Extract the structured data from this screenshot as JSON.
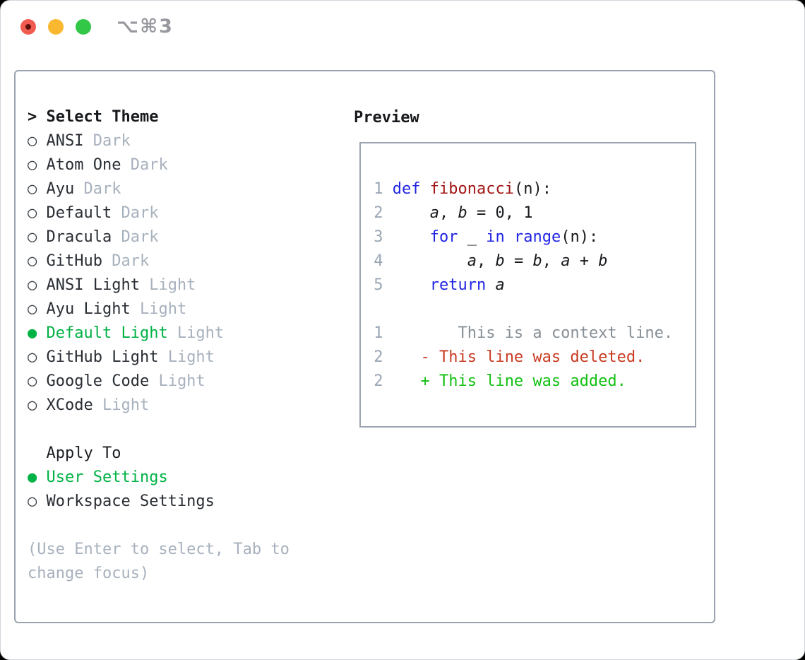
{
  "colors": {
    "accent_green": "#00b245",
    "diff_added_green": "#12c112",
    "diff_deleted_red": "#c93b22",
    "keyword_blue": "#2024e3",
    "function_red": "#a31515",
    "dim_gray": "#a7b1bd",
    "context_gray": "#878f96",
    "line_number_gray": "#9aa6b4",
    "traffic_red": "#f25c50",
    "traffic_yellow": "#f9b82f",
    "traffic_green": "#33c748"
  },
  "titlebar": {
    "shortcut_label": "⌥⌘3"
  },
  "theme_menu": {
    "prompt_marker": ">",
    "header": "Select Theme",
    "unselected_marker": "○",
    "selected_marker": "●",
    "items": [
      {
        "name": "ANSI",
        "variant": "Dark",
        "selected": false
      },
      {
        "name": "Atom One",
        "variant": "Dark",
        "selected": false
      },
      {
        "name": "Ayu",
        "variant": "Dark",
        "selected": false
      },
      {
        "name": "Default",
        "variant": "Dark",
        "selected": false
      },
      {
        "name": "Dracula",
        "variant": "Dark",
        "selected": false
      },
      {
        "name": "GitHub",
        "variant": "Dark",
        "selected": false
      },
      {
        "name": "ANSI Light",
        "variant": "Light",
        "selected": false
      },
      {
        "name": "Ayu Light",
        "variant": "Light",
        "selected": false
      },
      {
        "name": "Default Light",
        "variant": "Light",
        "selected": true
      },
      {
        "name": "GitHub Light",
        "variant": "Light",
        "selected": false
      },
      {
        "name": "Google Code",
        "variant": "Light",
        "selected": false
      },
      {
        "name": "XCode",
        "variant": "Light",
        "selected": false
      }
    ]
  },
  "apply_to": {
    "header": "Apply To",
    "options": [
      {
        "label": "User Settings",
        "selected": true
      },
      {
        "label": "Workspace Settings",
        "selected": false
      }
    ]
  },
  "help_text": {
    "line1": "(Use Enter to select, Tab to",
    "line2": "change focus)"
  },
  "preview": {
    "title": "Preview",
    "code_lines": [
      {
        "num": "1",
        "tokens": [
          [
            "def",
            "kw"
          ],
          [
            " "
          ],
          [
            "fibonacci",
            "fn"
          ],
          [
            "(n):"
          ]
        ]
      },
      {
        "num": "2",
        "tokens": [
          [
            "    "
          ],
          [
            "a",
            "var"
          ],
          [
            ", "
          ],
          [
            "b",
            "var"
          ],
          [
            " = 0, 1"
          ]
        ]
      },
      {
        "num": "3",
        "tokens": [
          [
            "    "
          ],
          [
            "for",
            "kw"
          ],
          [
            " _ "
          ],
          [
            "in",
            "kw"
          ],
          [
            " "
          ],
          [
            "range",
            "kw"
          ],
          [
            "(n):"
          ]
        ]
      },
      {
        "num": "4",
        "tokens": [
          [
            "        "
          ],
          [
            "a",
            "var"
          ],
          [
            ", "
          ],
          [
            "b",
            "var"
          ],
          [
            " = "
          ],
          [
            "b",
            "var"
          ],
          [
            ", "
          ],
          [
            "a",
            "var"
          ],
          [
            " + "
          ],
          [
            "b",
            "var"
          ]
        ]
      },
      {
        "num": "5",
        "tokens": [
          [
            "    "
          ],
          [
            "return",
            "kw"
          ],
          [
            " "
          ],
          [
            "a",
            "var"
          ]
        ]
      }
    ],
    "diff_lines": [
      {
        "num": "1",
        "kind": "context",
        "text": "       This is a context line."
      },
      {
        "num": "2",
        "kind": "deleted",
        "text": "   - This line was deleted."
      },
      {
        "num": "2",
        "kind": "added",
        "text": "   + This line was added."
      }
    ]
  }
}
